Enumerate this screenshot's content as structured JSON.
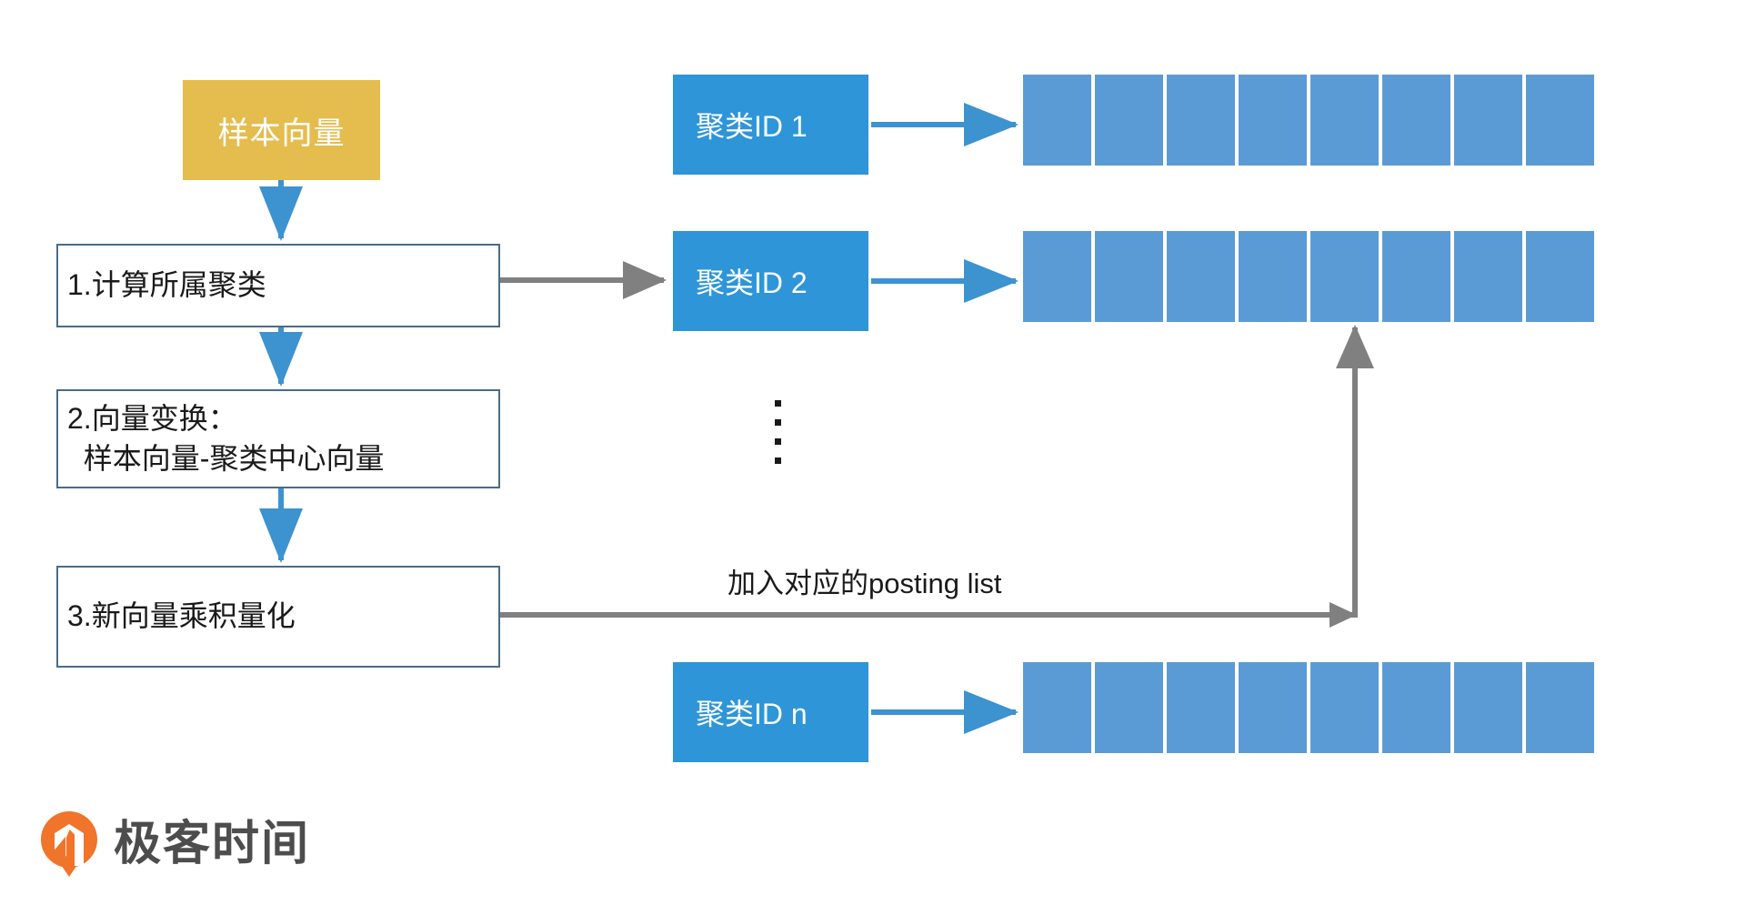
{
  "diagram": {
    "title_text": "",
    "colors": {
      "sample_box_bg": "#E5BD4F",
      "step_box_border": "#4A6C86",
      "cluster_box_bg": "#2E95D8",
      "posting_cell_bg": "#5B9BD5",
      "blue_arrow": "#3C93D0",
      "gray_arrow": "#808080",
      "brand_orange": "#F0742A",
      "brand_gray": "#4D4D4D"
    },
    "sample_box": {
      "label": "样本向量"
    },
    "steps": [
      {
        "label": "1.计算所属聚类"
      },
      {
        "label": "2.向量变换：\n  样本向量-聚类中心向量"
      },
      {
        "label": "3.新向量乘积量化"
      }
    ],
    "clusters": [
      {
        "label": "聚类ID 1",
        "cells": 8
      },
      {
        "label": "聚类ID 2",
        "cells": 8
      },
      {
        "label": "聚类ID n",
        "cells": 8
      }
    ],
    "ellipsis_dots": 4,
    "posting_label": "加入对应的posting list"
  },
  "brand": {
    "wordmark": "极客时间",
    "mark_name": "geektime-pin-logo"
  }
}
